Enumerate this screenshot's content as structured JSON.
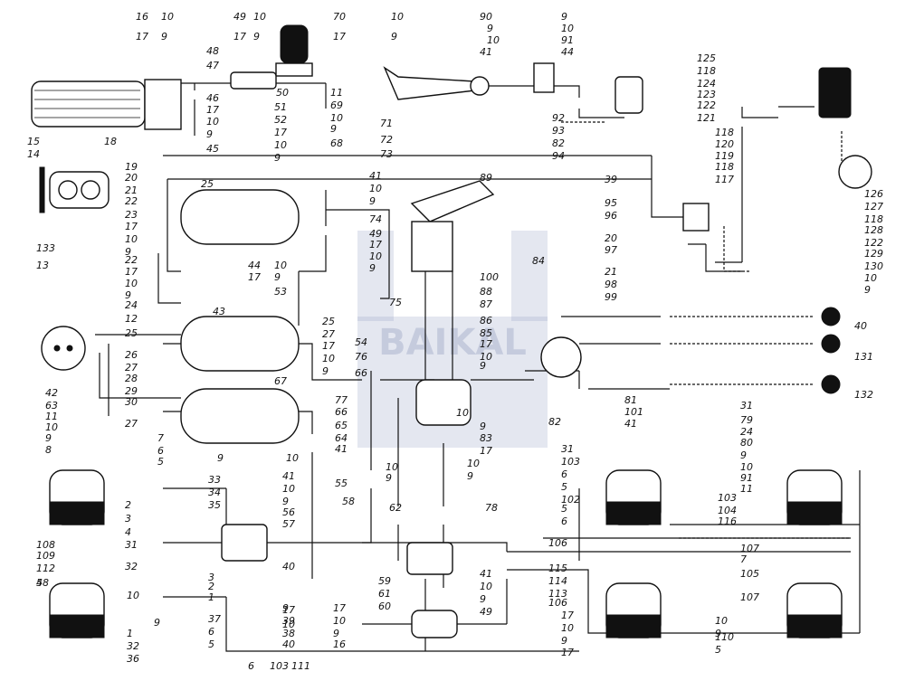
{
  "watermark": {
    "text": "BAIKAL",
    "color": "#8e98bb"
  },
  "labels": [
    "16",
    "10",
    "17",
    "9",
    "49",
    "10",
    "17",
    "9",
    "70",
    "10",
    "17",
    "9",
    "90",
    "9",
    "10",
    "41",
    "9",
    "10",
    "91",
    "44",
    "125",
    "118",
    "124",
    "123",
    "122",
    "121",
    "48",
    "47",
    "46",
    "17",
    "10",
    "9",
    "45",
    "15",
    "18",
    "14",
    "19",
    "71",
    "72",
    "73",
    "50",
    "11",
    "69",
    "10",
    "9",
    "51",
    "52",
    "17",
    "10",
    "9",
    "68",
    "92",
    "93",
    "82",
    "94",
    "118",
    "120",
    "119",
    "118",
    "117",
    "39",
    "126",
    "127",
    "118",
    "128",
    "122",
    "129",
    "130",
    "10",
    "9",
    "20",
    "21",
    "22",
    "23",
    "17",
    "10",
    "9",
    "22",
    "17",
    "10",
    "9",
    "24",
    "25",
    "41",
    "10",
    "9",
    "74",
    "49",
    "17",
    "10",
    "9",
    "44",
    "10",
    "17",
    "9",
    "53",
    "75",
    "43",
    "89",
    "95",
    "96",
    "20",
    "97",
    "21",
    "98",
    "99",
    "100",
    "88",
    "87",
    "86",
    "85",
    "17",
    "10",
    "9",
    "84",
    "40",
    "131",
    "132",
    "133",
    "13",
    "12",
    "25",
    "26",
    "27",
    "28",
    "29",
    "30",
    "27",
    "25",
    "27",
    "17",
    "10",
    "9",
    "67",
    "54",
    "76",
    "66",
    "77",
    "66",
    "65",
    "64",
    "41",
    "10",
    "9",
    "83",
    "17",
    "10",
    "9",
    "82",
    "81",
    "101",
    "41",
    "10",
    "9",
    "55",
    "42",
    "63",
    "11",
    "10",
    "9",
    "8",
    "7",
    "6",
    "5",
    "2",
    "3",
    "4",
    "31",
    "32",
    "33",
    "34",
    "35",
    "41",
    "10",
    "9",
    "56",
    "57",
    "58",
    "10",
    "9",
    "62",
    "78",
    "79",
    "24",
    "80",
    "9",
    "10",
    "91",
    "11",
    "31",
    "103",
    "6",
    "5",
    "102",
    "5",
    "6",
    "31",
    "103",
    "104",
    "116",
    "106",
    "107",
    "7",
    "105",
    "115",
    "114",
    "113",
    "106",
    "107",
    "108",
    "109",
    "112",
    "4",
    "3",
    "2",
    "1",
    "40",
    "17",
    "10",
    "59",
    "61",
    "60",
    "41",
    "10",
    "9",
    "49",
    "17",
    "10",
    "9",
    "58",
    "10",
    "9",
    "1",
    "32",
    "36",
    "37",
    "6",
    "5",
    "9",
    "39",
    "38",
    "40",
    "17",
    "10",
    "9",
    "16",
    "17",
    "10",
    "9",
    "110",
    "5",
    "6",
    "103",
    "111"
  ]
}
